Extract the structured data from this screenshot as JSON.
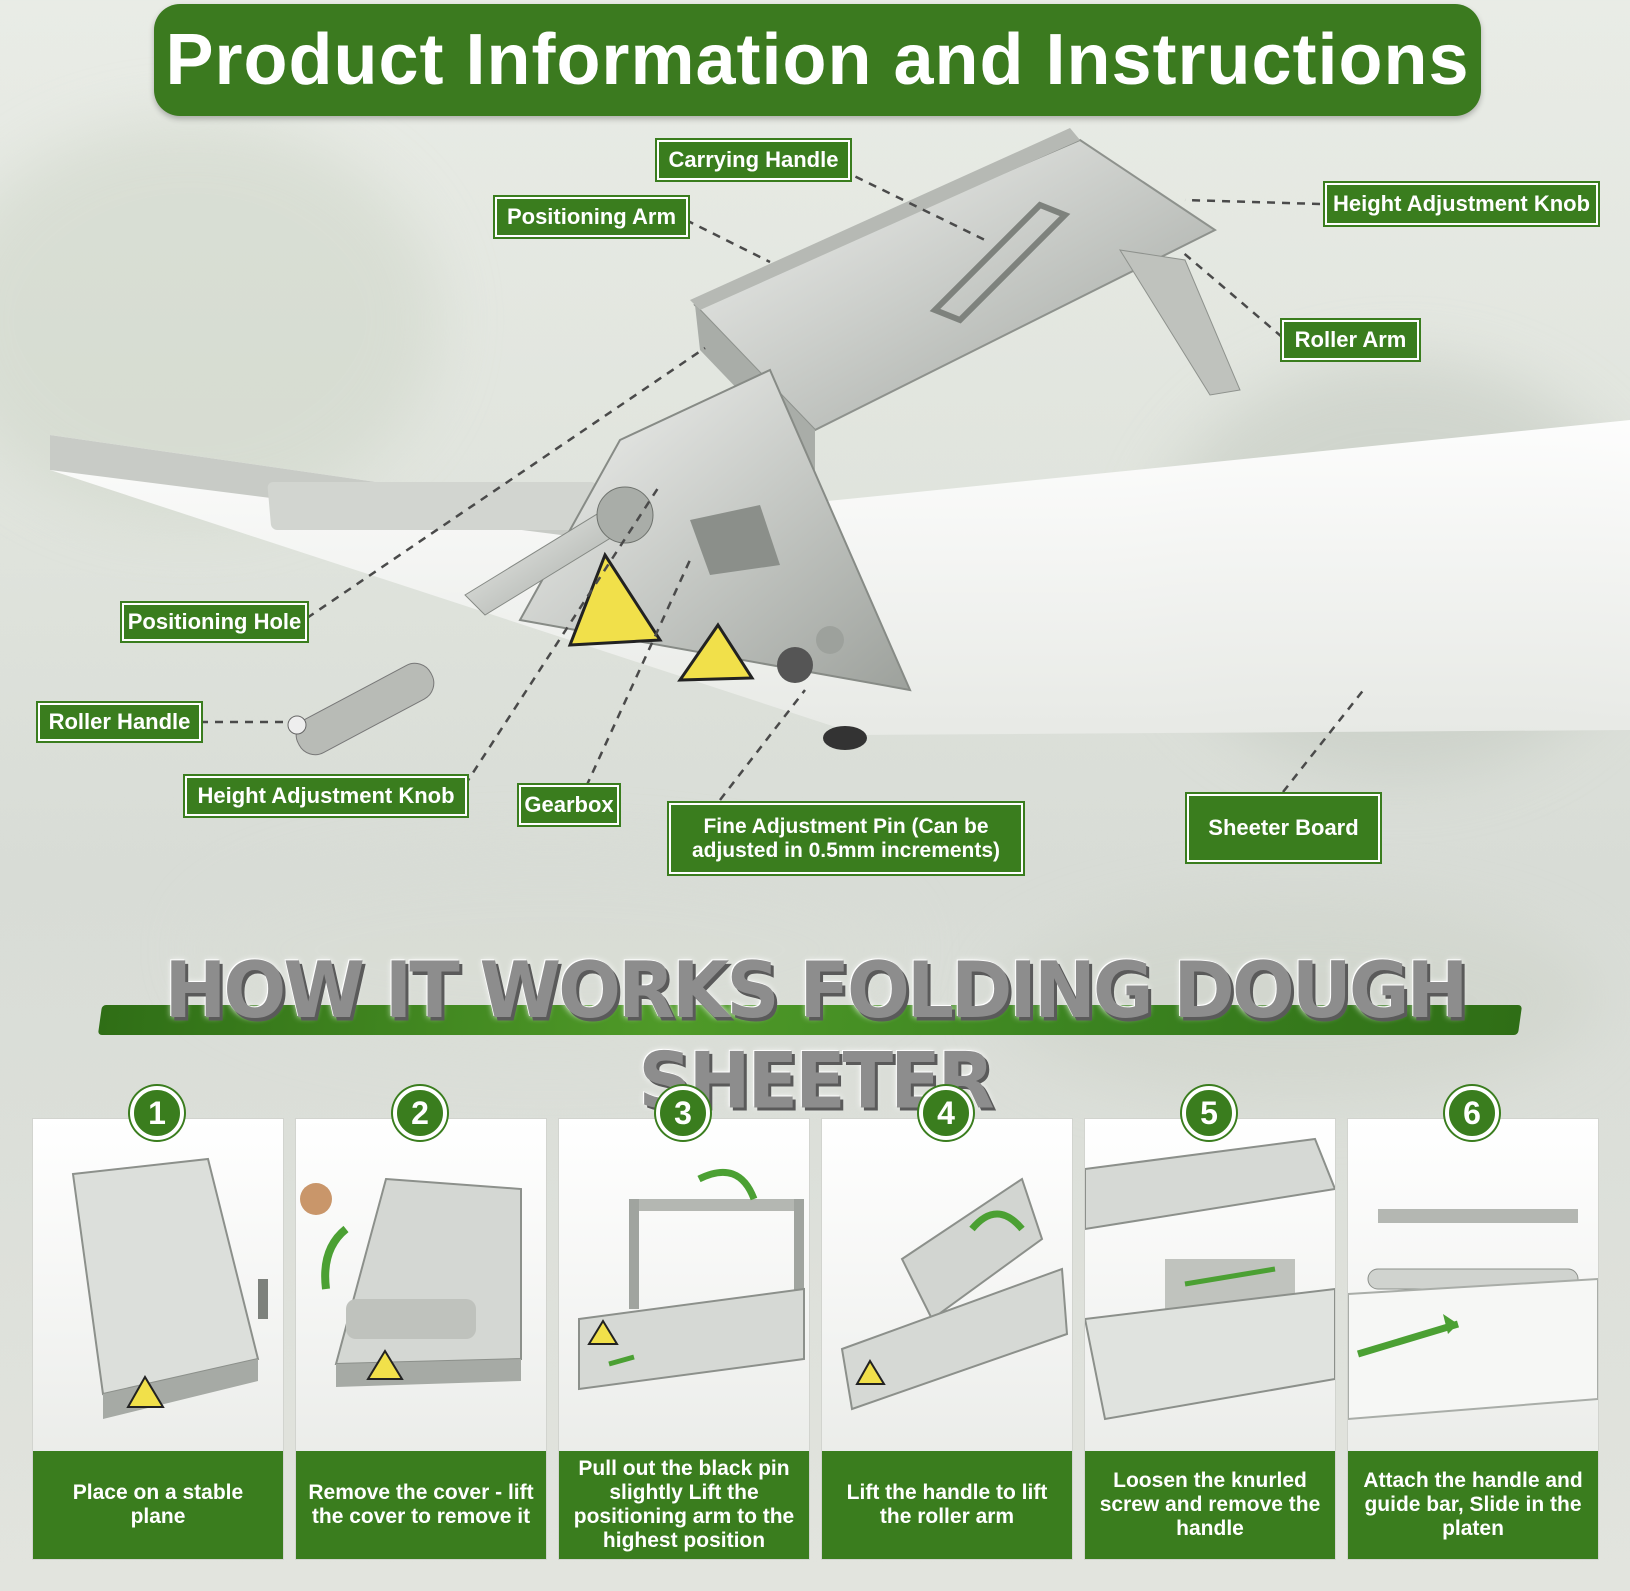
{
  "header": {
    "title": "Product Information and Instructions"
  },
  "labels": {
    "carrying_handle": "Carrying Handle",
    "positioning_arm": "Positioning Arm",
    "height_adjustment_knob_top": "Height Adjustment Knob",
    "roller_arm": "Roller Arm",
    "positioning_hole": "Positioning Hole",
    "roller_handle": "Roller Handle",
    "height_adjustment_knob_bottom": "Height Adjustment Knob",
    "gearbox": "Gearbox",
    "fine_adjustment_pin": "Fine Adjustment Pin (Can be adjusted in 0.5mm increments)",
    "sheeter_board": "Sheeter Board"
  },
  "how": {
    "title": "HOW IT WORKS FOLDING DOUGH SHEETER"
  },
  "steps": [
    {
      "number": "1",
      "caption": "Place on a stable plane"
    },
    {
      "number": "2",
      "caption": "Remove the cover - lift the cover to remove it"
    },
    {
      "number": "3",
      "caption": "Pull out the black pin slightly Lift the positioning arm to the highest position"
    },
    {
      "number": "4",
      "caption": "Lift the handle to lift the roller arm"
    },
    {
      "number": "5",
      "caption": "Loosen the knurled screw and remove the handle"
    },
    {
      "number": "6",
      "caption": "Attach the handle and guide bar, Slide in the platen"
    }
  ],
  "colors": {
    "accent_green": "#3a7d1e",
    "steel": "#c9ccc8"
  }
}
